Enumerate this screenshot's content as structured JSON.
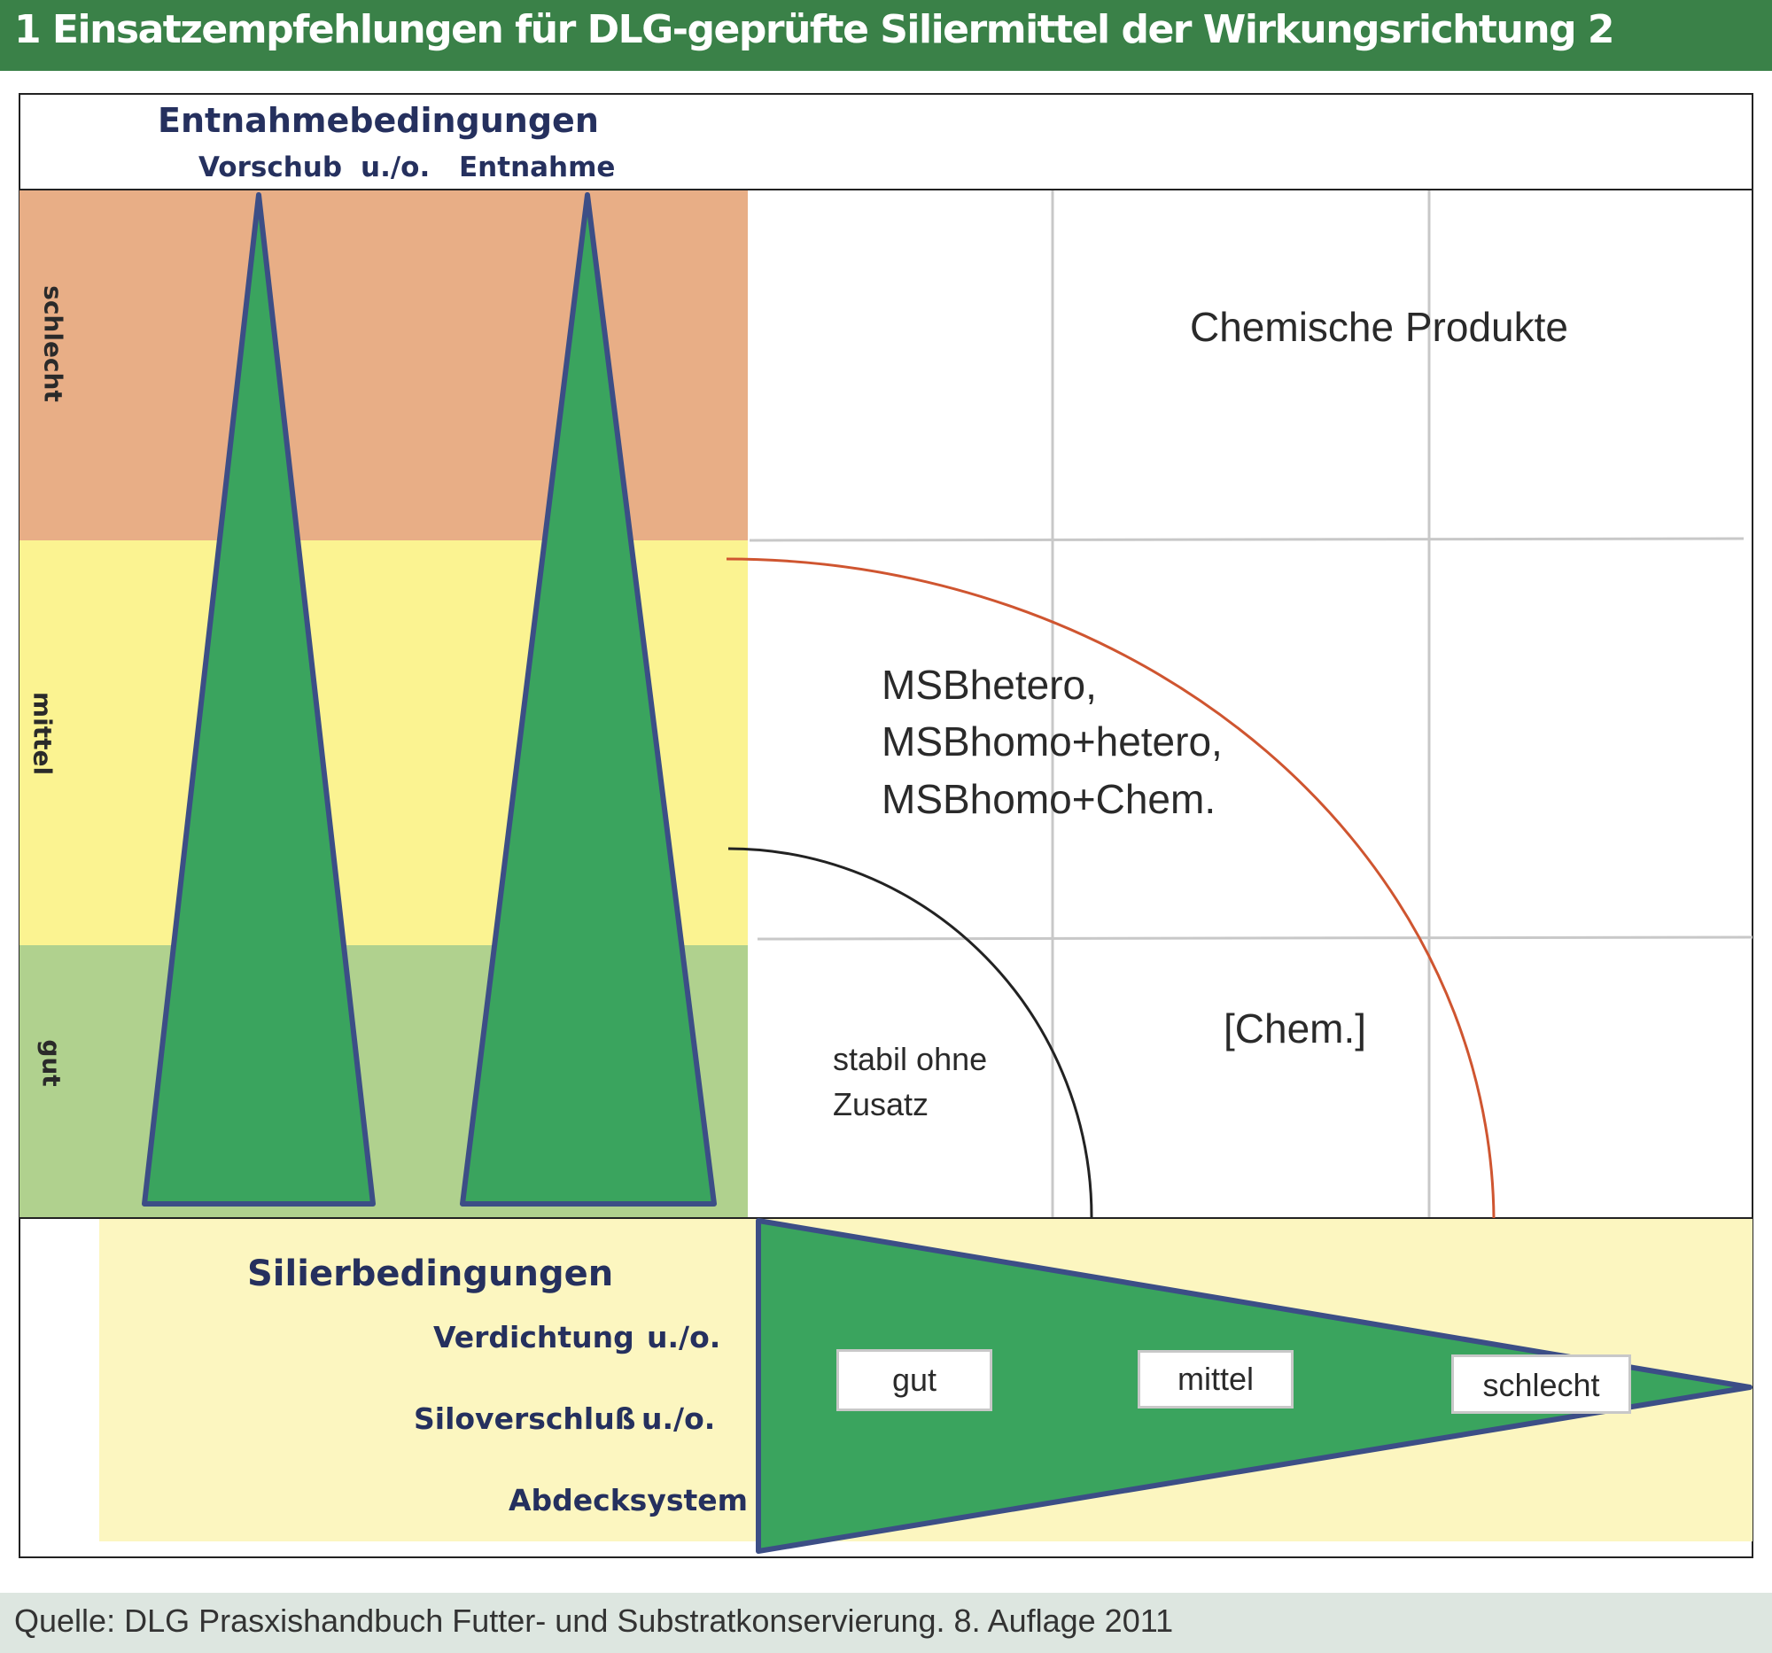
{
  "title": "1 Einsatzempfehlungen für DLG-geprüfte Siliermittel der Wirkungsrichtung 2",
  "source": "Quelle: DLG Prasxishandbuch Futter- und Substratkonservierung. 8. Auflage 2011",
  "entnahme": {
    "heading": "Entnahmebedingungen",
    "sub_vorschub": "Vorschub",
    "sub_uo": "u./o.",
    "sub_entnahme": "Entnahme",
    "levels": [
      "schlecht",
      "mittel",
      "gut"
    ]
  },
  "silier": {
    "heading": "Silierbedingungen",
    "line1": "Verdichtung",
    "line1_uo": "u./o.",
    "line2": "Siloverschluß",
    "line2_uo": "u./o.",
    "line3": "Abdecksystem",
    "levels": [
      "gut",
      "mittel",
      "schlecht"
    ]
  },
  "regions": {
    "chemische": "Chemische Produkte",
    "msb": [
      "MSBhetero,",
      "MSBhomo+hetero,",
      "MSBhomo+Chem."
    ],
    "chem_bracket": "[Chem.]",
    "stabil": [
      "stabil ohne",
      "Zusatz"
    ]
  },
  "colors": {
    "title_bar": "#3a8148",
    "band_schlecht": "#e8ae86",
    "band_mittel": "#fbf391",
    "band_gut": "#b0d18e",
    "triangle_fill": "#3aa45e",
    "triangle_stroke": "#3c4e86",
    "bottom_panel": "#fcf6c0",
    "red_curve": "#cf5530",
    "black_curve": "#222222",
    "grid": "#c8c8c8",
    "footer_bar": "#dde6e0"
  }
}
